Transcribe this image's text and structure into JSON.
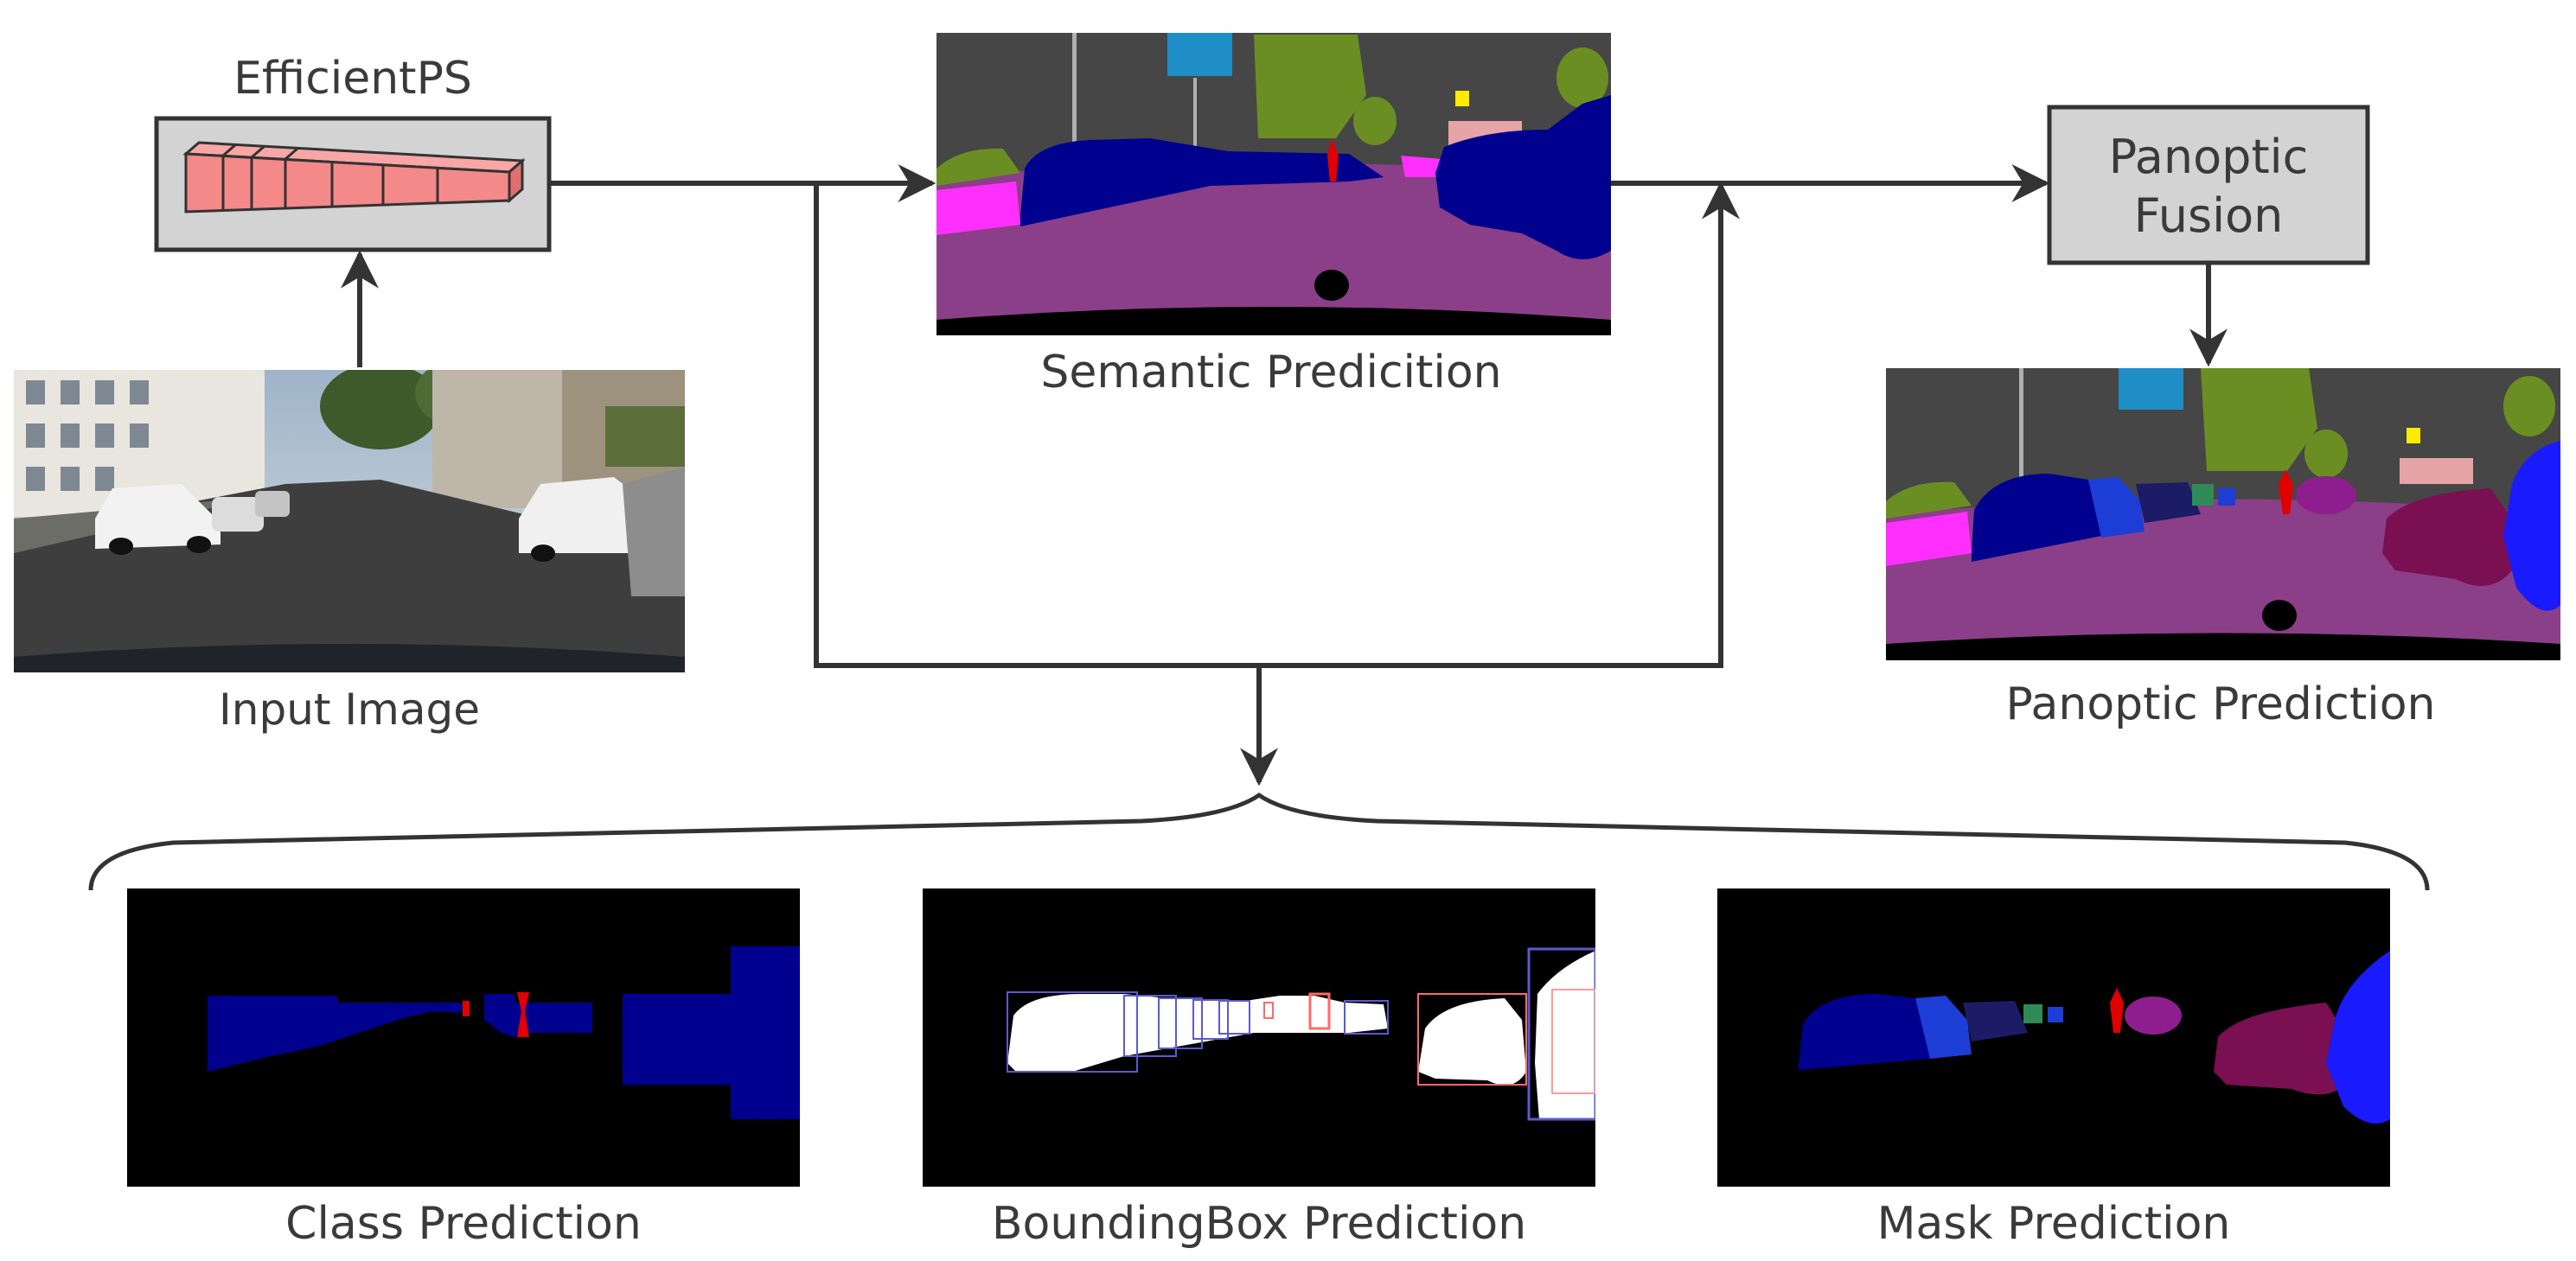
{
  "labels": {
    "network_title": "EfficientPS",
    "input": "Input Image",
    "semantic": "Semantic Predicition",
    "fusion_line1": "Panoptic",
    "fusion_line2": "Fusion",
    "panoptic": "Panoptic Prediction",
    "class_pred": "Class Prediction",
    "bbox_pred": "BoundingBox Prediction",
    "mask_pred": "Mask Prediction"
  },
  "colors": {
    "arrow": "#333333",
    "box_fill": "#d3d3d3",
    "network_block": "#f4898a",
    "sky": "#464646",
    "road": "#8a3f88",
    "sidewalk": "#ff2fff",
    "car": "#00008e",
    "vegetation": "#6b8e23",
    "sign": "#ffea00",
    "person": "#ff0000",
    "building": "#4a4a4a"
  },
  "icons": {
    "network": "encoder-blocks-icon",
    "brace": "curly-brace-icon"
  }
}
